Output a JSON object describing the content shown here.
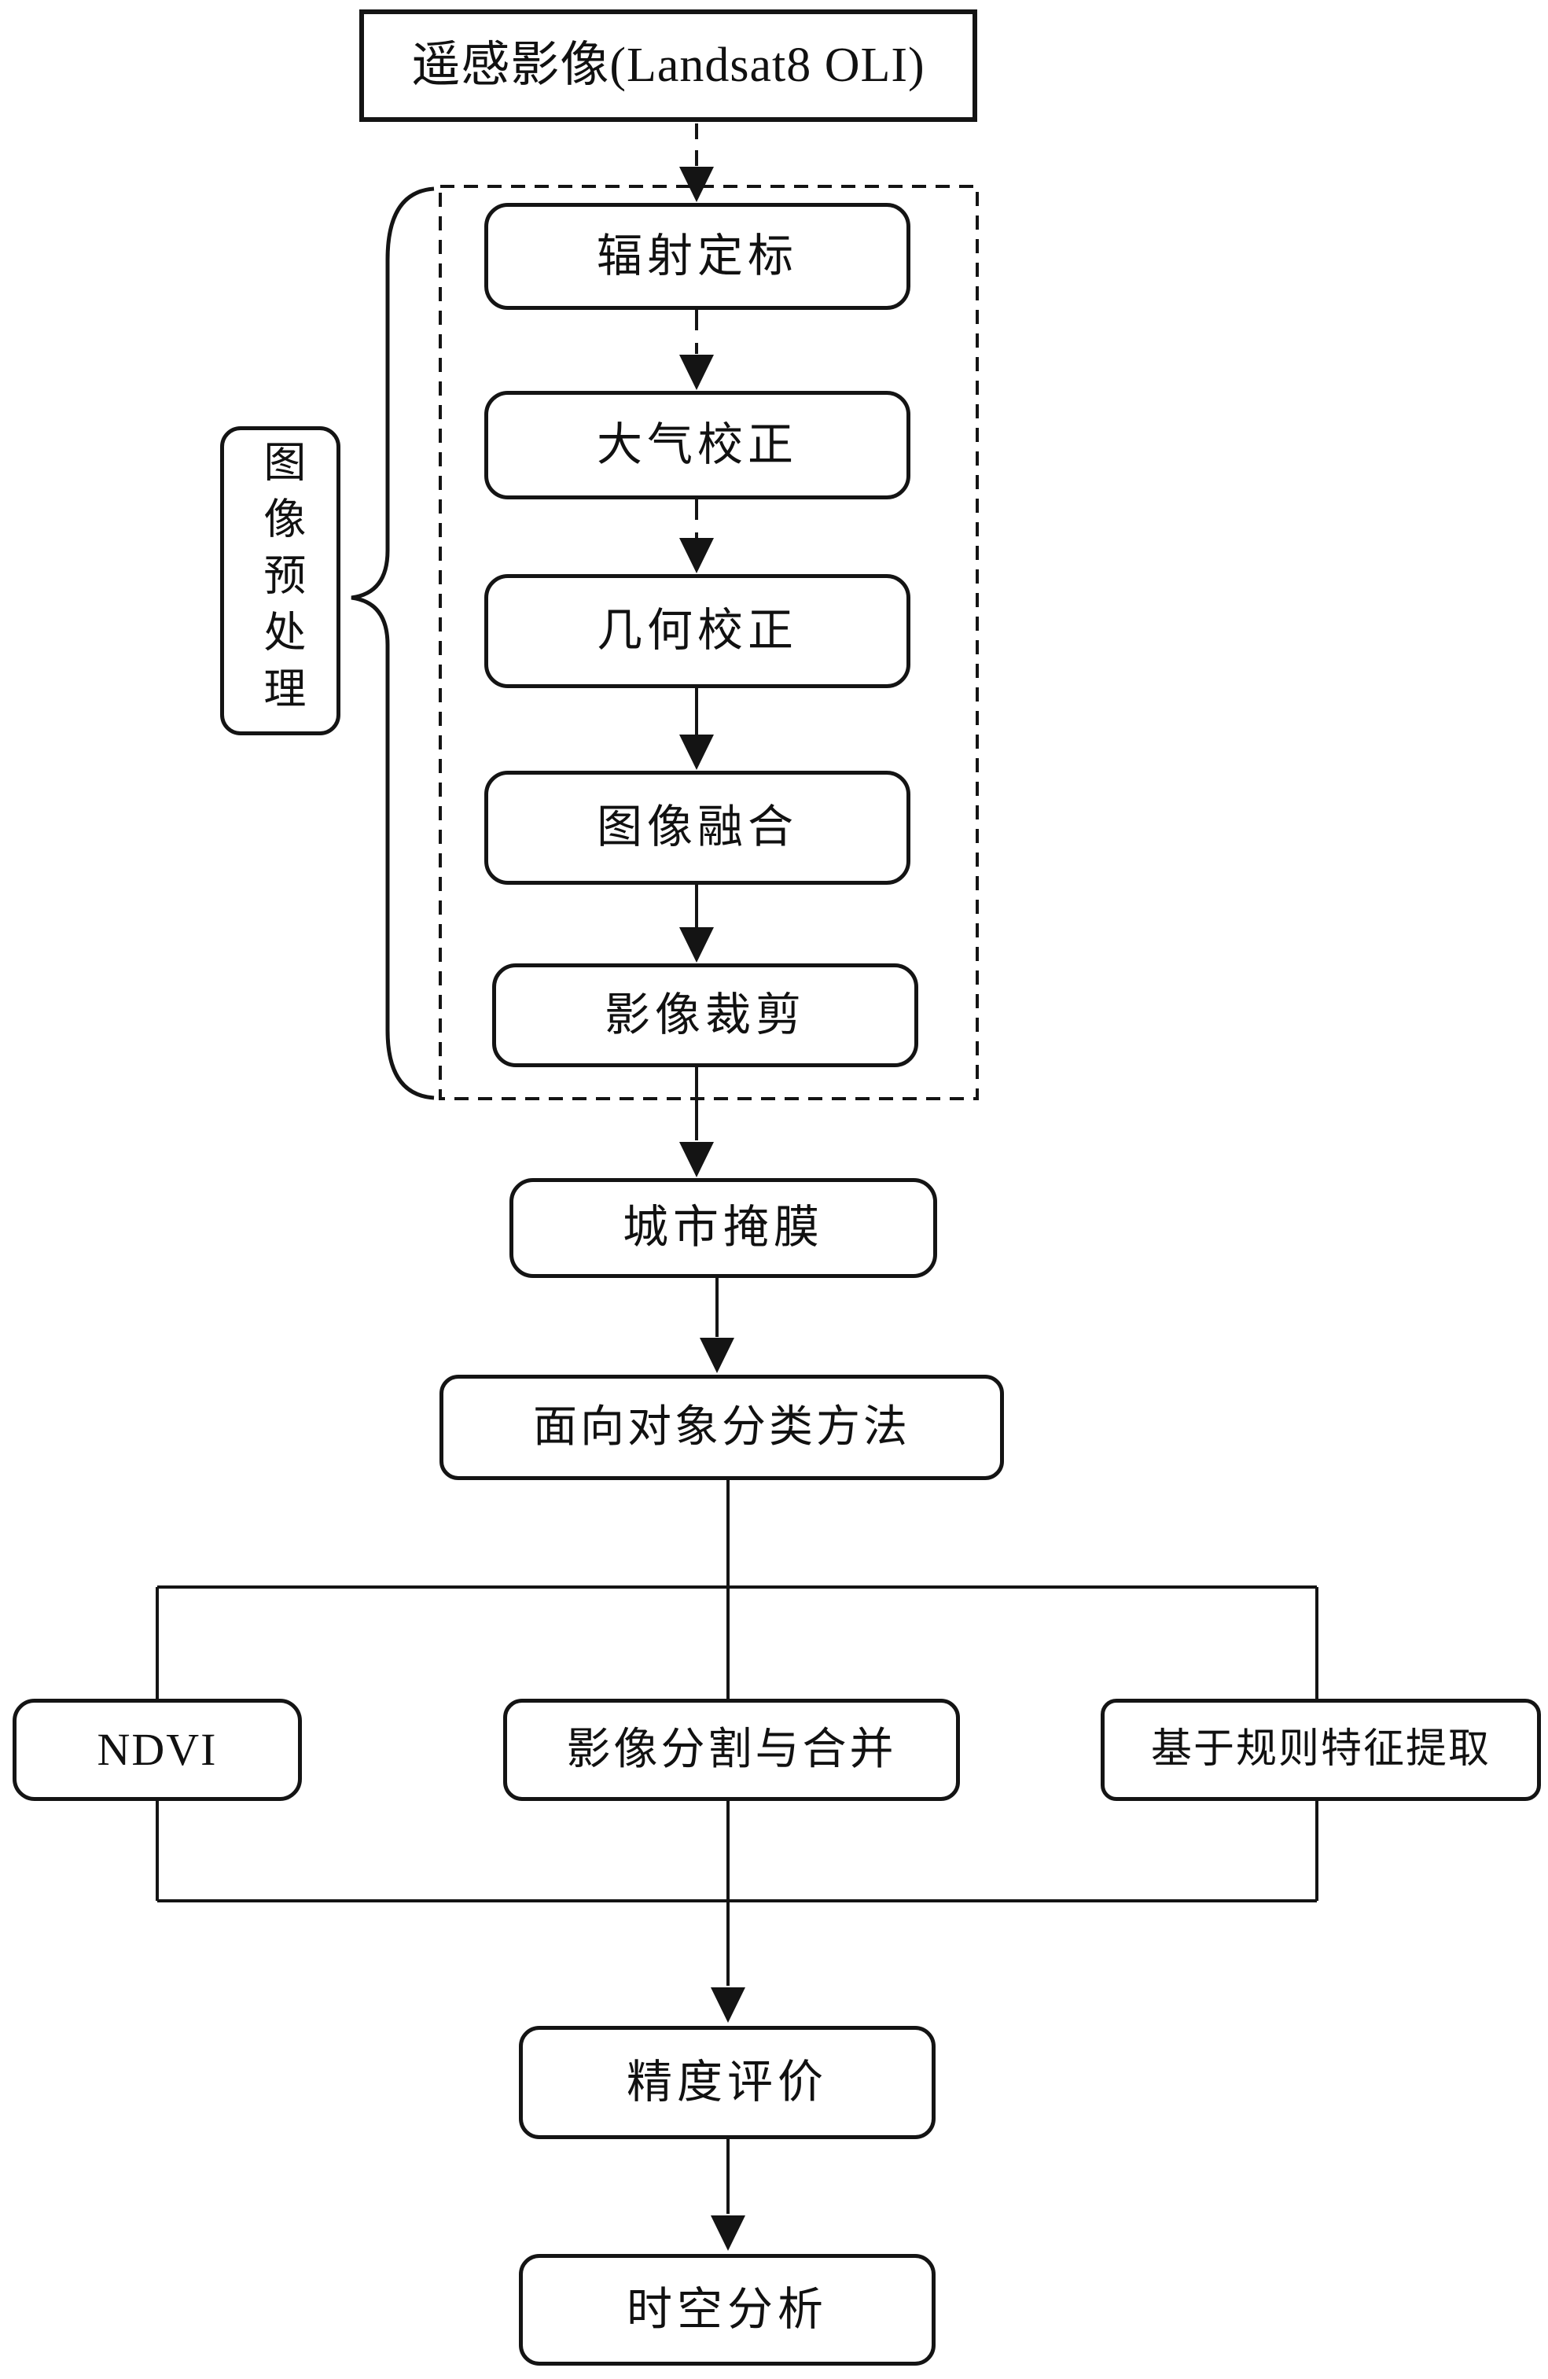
{
  "diagram": {
    "title": "遥感影像(Landsat8 OLI)",
    "preprocessing": {
      "label": "图像预处理",
      "steps": [
        "辐射定标",
        "大气校正",
        "几何校正",
        "图像融合",
        "影像裁剪"
      ]
    },
    "urban_mask": "城市掩膜",
    "classification": "面向对象分类方法",
    "branches": [
      "NDVI",
      "影像分割与合并",
      "基于规则特征提取"
    ],
    "accuracy": "精度评价",
    "spatiotemporal": "时空分析",
    "colors": {
      "stroke": "#141414",
      "background": "#ffffff"
    }
  }
}
